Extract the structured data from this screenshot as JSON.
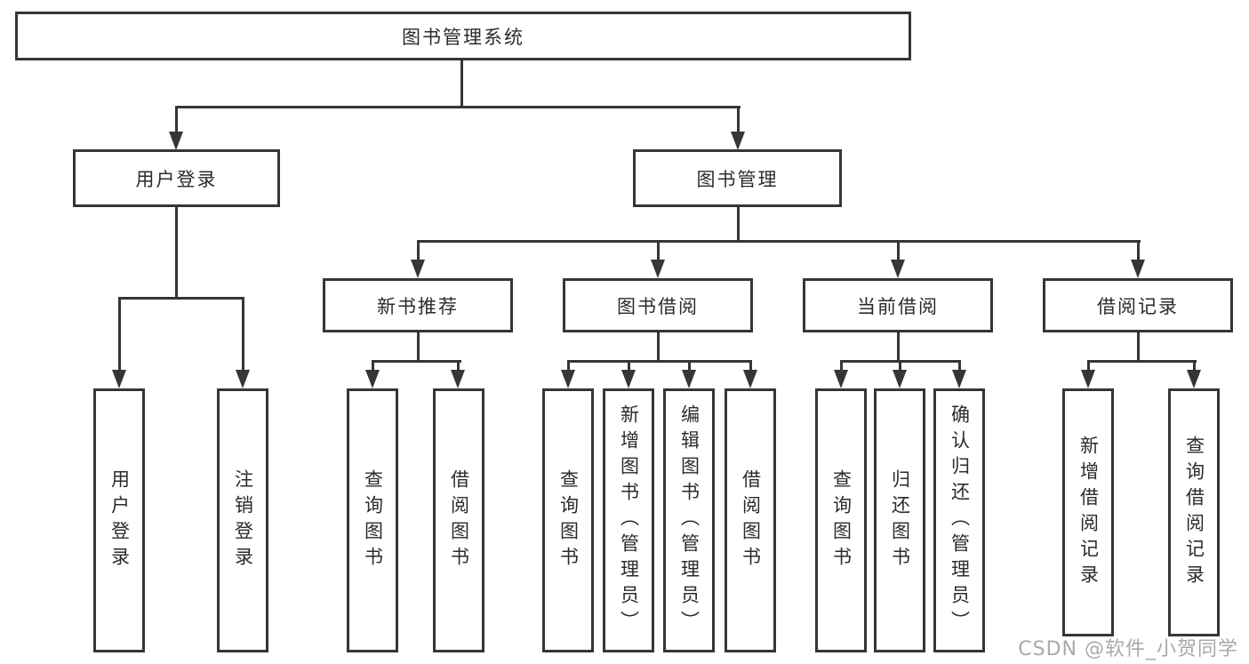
{
  "diagram": {
    "root": {
      "label": "图书管理系统"
    },
    "branches": [
      {
        "label": "用户登录",
        "children": [
          {
            "label": "用户登录"
          },
          {
            "label": "注销登录"
          }
        ]
      },
      {
        "label": "图书管理",
        "children": [
          {
            "label": "新书推荐",
            "children": [
              {
                "label": "查询图书"
              },
              {
                "label": "借阅图书"
              }
            ]
          },
          {
            "label": "图书借阅",
            "children": [
              {
                "label": "查询图书"
              },
              {
                "label": "新增图书（管理员）"
              },
              {
                "label": "编辑图书（管理员）"
              },
              {
                "label": "借阅图书"
              }
            ]
          },
          {
            "label": "当前借阅",
            "children": [
              {
                "label": "查询图书"
              },
              {
                "label": "归还图书"
              },
              {
                "label": "确认归还（管理员）"
              }
            ]
          },
          {
            "label": "借阅记录",
            "children": [
              {
                "label": "新增借阅记录"
              },
              {
                "label": "查询借阅记录"
              }
            ]
          }
        ]
      }
    ]
  },
  "watermark": {
    "text": "CSDN @软件_小贺同学"
  },
  "colors": {
    "background": "#ffffff",
    "box_border": "#363636",
    "connector_line": "#363636",
    "text": "#2b2b2b",
    "watermark_text": "#a9a9a9"
  }
}
